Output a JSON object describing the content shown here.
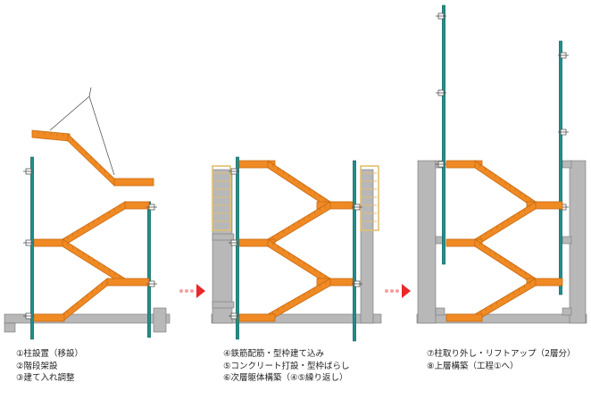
{
  "panels": [
    {
      "id": "stage-1",
      "steps": [
        "①柱設置（移設）",
        "②階段架設",
        "③建て入れ調整"
      ]
    },
    {
      "id": "stage-2",
      "steps": [
        "④鉄筋配筋・型枠建て込み",
        "⑤コンクリート打設・型枠ばらし",
        "⑥次層躯体構築（④⑤繰り返し）"
      ]
    },
    {
      "id": "stage-3",
      "steps": [
        "⑦柱取り外し・リフトアップ（2層分）",
        "⑧上層構築（工程①へ）"
      ]
    }
  ],
  "colors": {
    "stair": "#f08a24",
    "stair_edge": "#c86a10",
    "column": "#1f8f8a",
    "column_edge": "#0f5f5c",
    "concrete": "#b8b8b8",
    "concrete_edge": "#777777",
    "arrow": "#e8282b",
    "dots": "#f4a0a0",
    "rebar": "#e0c070"
  },
  "icons": {
    "progress_arrow": "right-triangle-arrow",
    "crane_rope": "crane-rope-lines"
  }
}
